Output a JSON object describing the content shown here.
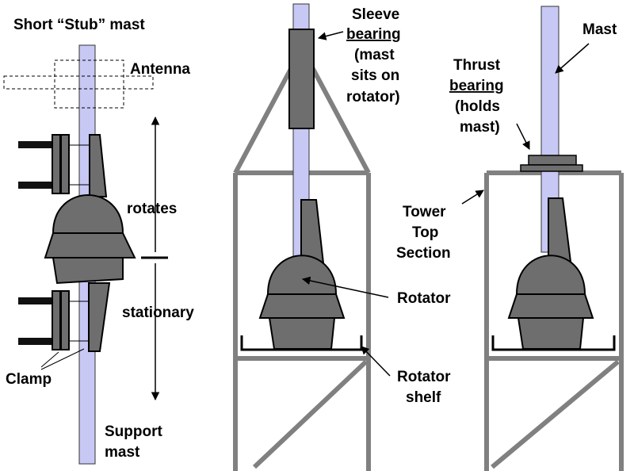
{
  "panel_stub": {
    "title": "Short “Stub” mast",
    "antenna": "Antenna",
    "rotates": "rotates",
    "stationary": "stationary",
    "clamp": "Clamp",
    "support_line1": "Support",
    "support_line2": "mast"
  },
  "panel_sleeve": {
    "sleeve_line1": "Sleeve",
    "sleeve_line2": "bearing",
    "sleeve_line3": "(mast",
    "sleeve_line4": "sits on",
    "sleeve_line5": "rotator)",
    "rotator": "Rotator",
    "shelf_line1": "Rotator",
    "shelf_line2": "shelf"
  },
  "panel_thrust": {
    "mast": "Mast",
    "thrust_line1": "Thrust",
    "thrust_line2": "bearing",
    "thrust_line3": "(holds",
    "thrust_line4": "mast)",
    "tower_line1": "Tower",
    "tower_line2": "Top",
    "tower_line3": "Section"
  },
  "colors": {
    "mast_fill": "#c8c8f5",
    "rotator_fill": "#6e6e6e",
    "tower_stroke": "#808080"
  }
}
